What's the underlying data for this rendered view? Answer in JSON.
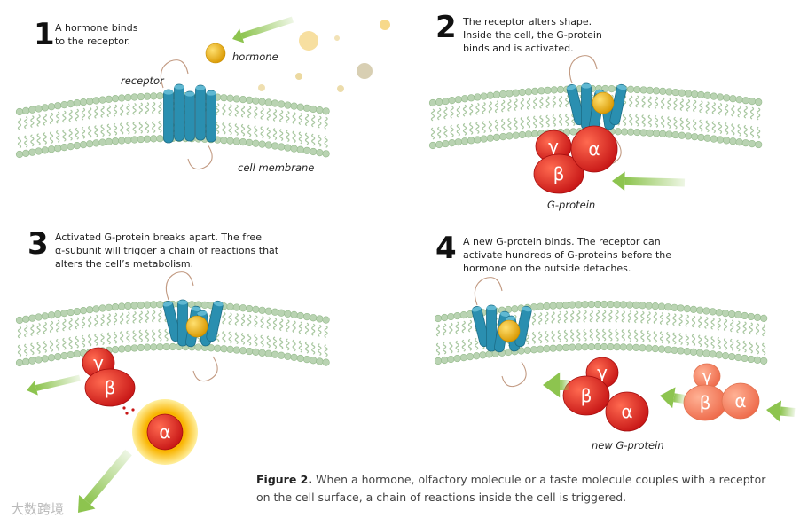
{
  "steps": [
    {
      "number": "1",
      "text_lines": [
        "A hormone binds",
        "to the receptor."
      ]
    },
    {
      "number": "2",
      "text_lines": [
        "The receptor alters shape.",
        "Inside the cell, the G-protein",
        "binds and is activated."
      ]
    },
    {
      "number": "3",
      "text_lines": [
        "Activated G-protein breaks apart. The free",
        "α-subunit will trigger a chain of reactions that",
        "alters the cell’s metabolism."
      ]
    },
    {
      "number": "4",
      "text_lines": [
        "A new G-protein binds. The receptor can",
        "activate hundreds of G-proteins before the",
        "hormone on the outside detaches."
      ]
    }
  ],
  "labels": {
    "hormone": "hormone",
    "receptor": "receptor",
    "cell_membrane": "cell membrane",
    "g_protein": "G-protein",
    "new_g_protein": "new G-protein"
  },
  "subunits": {
    "alpha": "α",
    "beta": "β",
    "gamma": "γ"
  },
  "caption": {
    "bold": "Figure 2.",
    "text": " When a hormone, olfactory molecule or a taste molecule couples with a receptor on the cell surface, a chain of reactions inside the cell is triggered."
  },
  "watermark": "大数跨境",
  "colors": {
    "membrane": "#b9d3b2",
    "receptor": "#2a8fb0",
    "hormone": "#f2b800",
    "g_protein_red": "#e3262a",
    "g_protein_light": "#f47e62",
    "arrow": "#8dc44f"
  }
}
